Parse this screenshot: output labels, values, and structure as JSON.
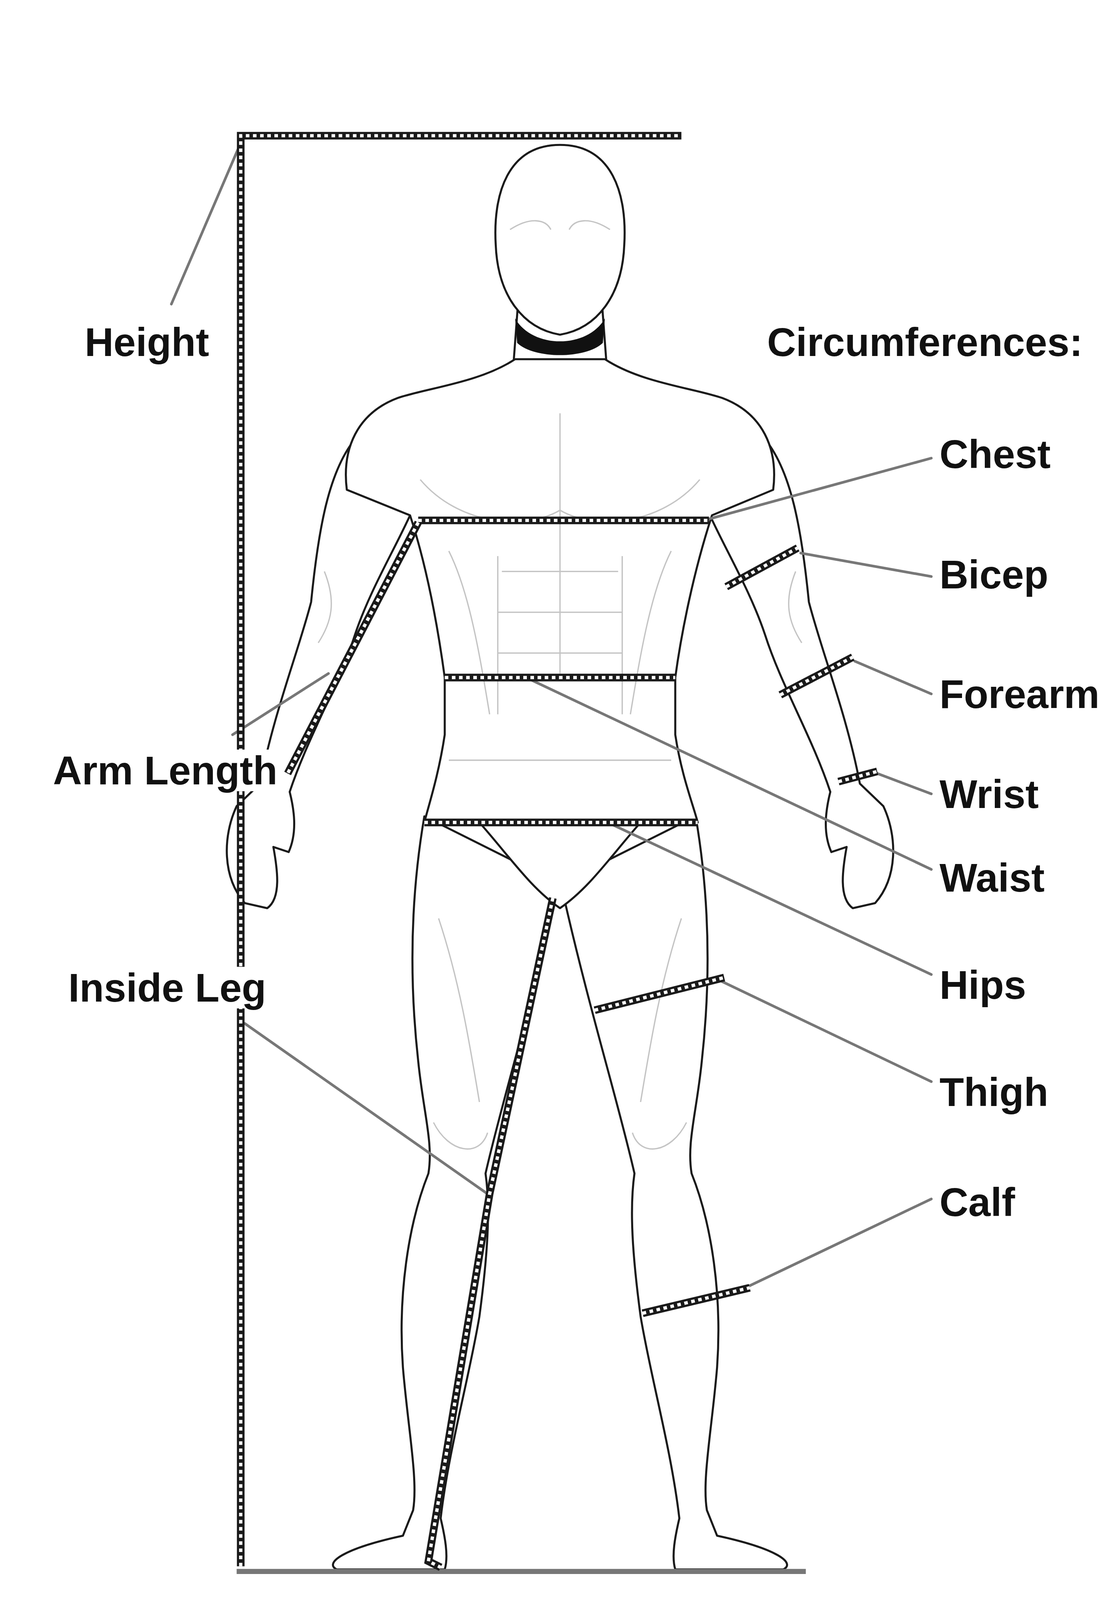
{
  "diagram": {
    "labels": [
      "Height",
      "Circumferences:",
      "Chest",
      "Bicep",
      "Forearm",
      "Wrist",
      "Arm Length",
      "Waist",
      "Inside Leg",
      "Hips",
      "Thigh",
      "Calf"
    ]
  }
}
